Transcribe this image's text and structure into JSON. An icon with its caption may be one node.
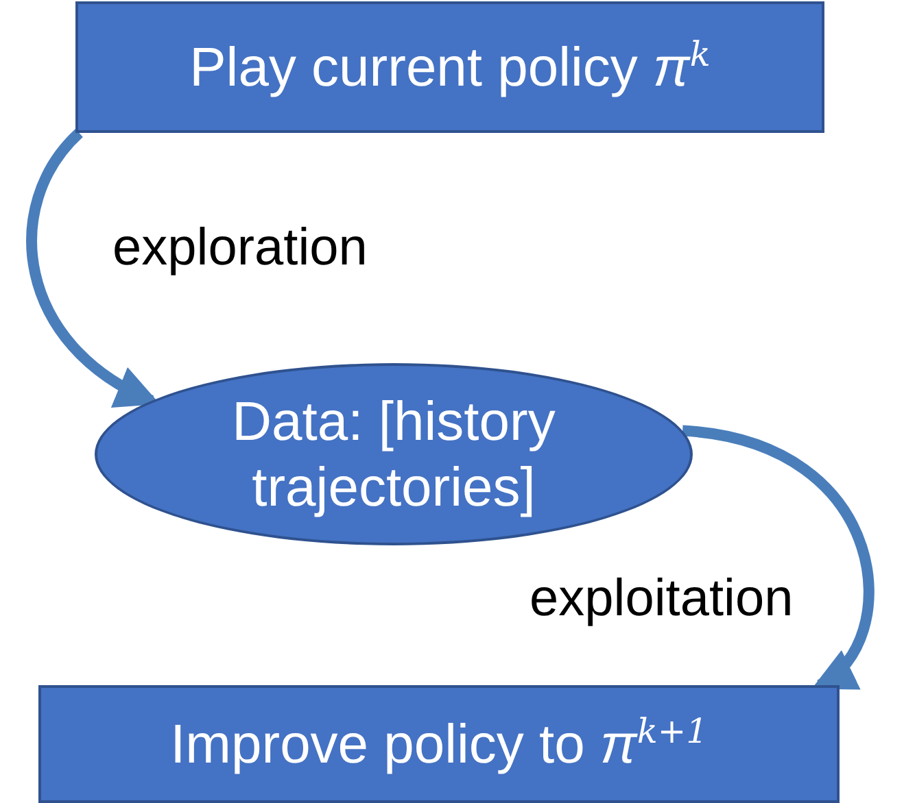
{
  "diagram": {
    "nodes": [
      {
        "text": [
          "Play current policy *π*$^{k}$"
        ]
      },
      {
        "text": [
          "Data: [history trajectories]"
        ]
      },
      {
        "text": [
          "Improve policy to *π*$^{k+1}$"
        ]
      }
    ],
    "edges": [
      {
        "from": 0,
        "to": 1,
        "arrow": "to",
        "label": "exploration"
      },
      {
        "from": 1,
        "to": 2,
        "arrow": "to",
        "label": "exploitation"
      }
    ]
  }
}
